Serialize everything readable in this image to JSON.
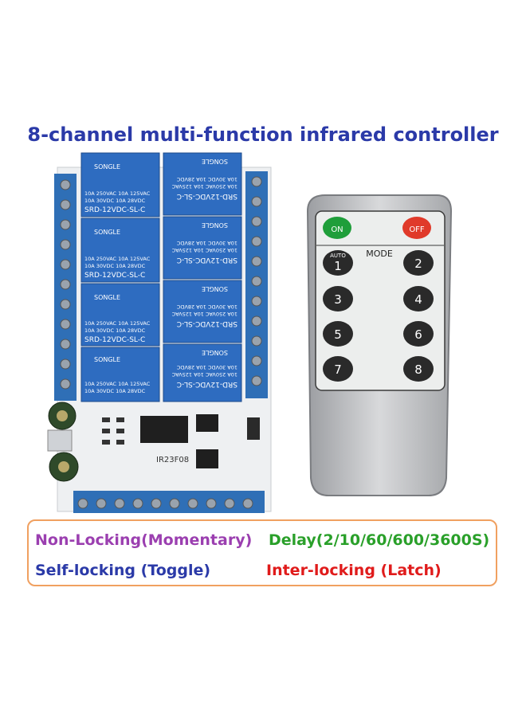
{
  "title": "8-channel multi-function infrared controller",
  "relay_text": {
    "brand": "SONGLE",
    "rating_line1": "10A 250VAC  10A 125VAC",
    "rating_line2": "10A  30VDC  10A  28VDC",
    "model": "SRD-12VDC-SL-C"
  },
  "board_label": "IR23F08",
  "remote": {
    "on_label": "ON",
    "off_label": "OFF",
    "mode_label": "MODE",
    "auto_label": "AUTO",
    "keys": [
      "1",
      "2",
      "3",
      "4",
      "5",
      "6",
      "7",
      "8"
    ],
    "colors": {
      "on": "#1f9e3a",
      "off": "#e03a2a",
      "key": "#2a2a2a"
    }
  },
  "legend": {
    "non_locking": "Non-Locking(Momentary)",
    "delay": "Delay(2/10/60/600/3600S)",
    "self_locking": "Self-locking (Toggle)",
    "inter_locking": "Inter-locking (Latch)"
  }
}
